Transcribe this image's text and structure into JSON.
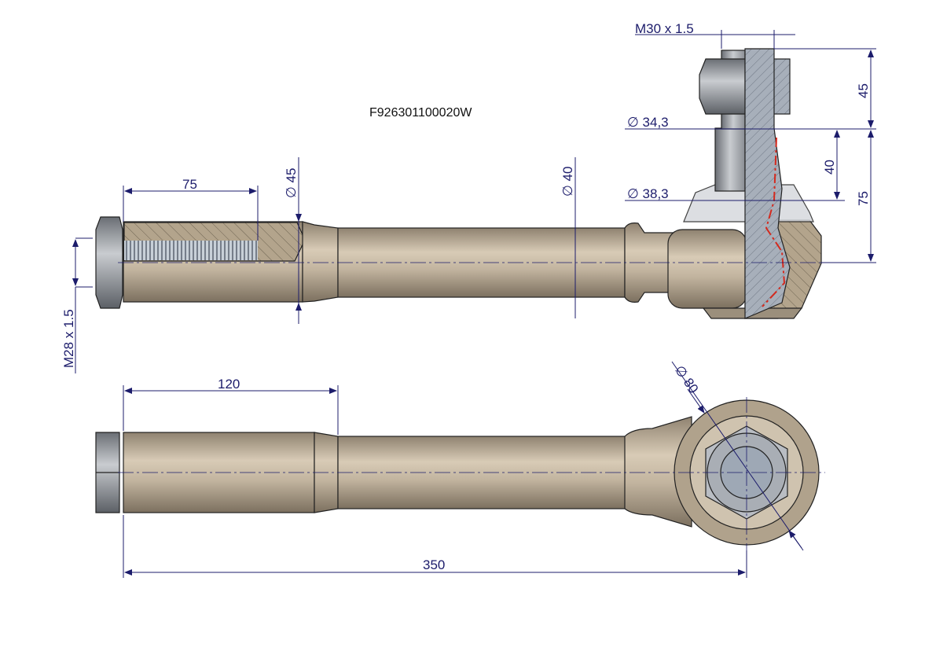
{
  "part_number": "F926301100020W",
  "dimensions": {
    "thread_length": "75",
    "rod_diameter_1": "45",
    "rod_diameter_2": "40",
    "stud_thread": "M30 x 1.5",
    "stud_height": "45",
    "taper_small_dia": "34,3",
    "taper_large_dia": "38,3",
    "taper_length": "40",
    "stud_to_center": "75",
    "rod_thread": "M28 x 1.5",
    "plain_length": "120",
    "eye_diameter": "80",
    "overall_length": "350"
  },
  "diameter_symbol": "∅",
  "colors": {
    "body": "#b9ab97",
    "dimension": "#1c1c6b",
    "section": "#9aa3ae",
    "accent": "#d42a1e"
  }
}
